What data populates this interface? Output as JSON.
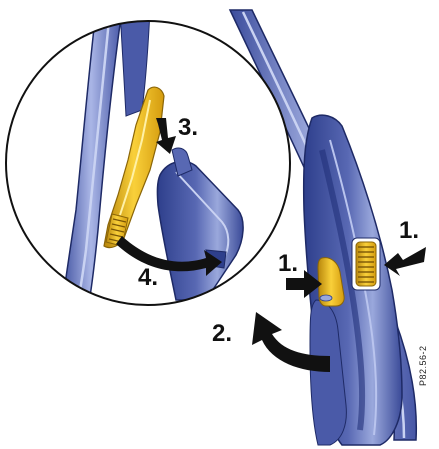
{
  "steps": {
    "step1_right": "1.",
    "step1_middle": "1.",
    "step2": "2.",
    "step3": "3.",
    "step4": "4."
  },
  "figure_code": "P82.56-2",
  "colors": {
    "arm_blue_dark": "#2e3f8c",
    "arm_blue_mid": "#5868b3",
    "arm_blue_light": "#9aa8dc",
    "clip_yellow": "#f1b90f",
    "clip_yellow_dark": "#b8860b",
    "arrow_black": "#111111"
  }
}
